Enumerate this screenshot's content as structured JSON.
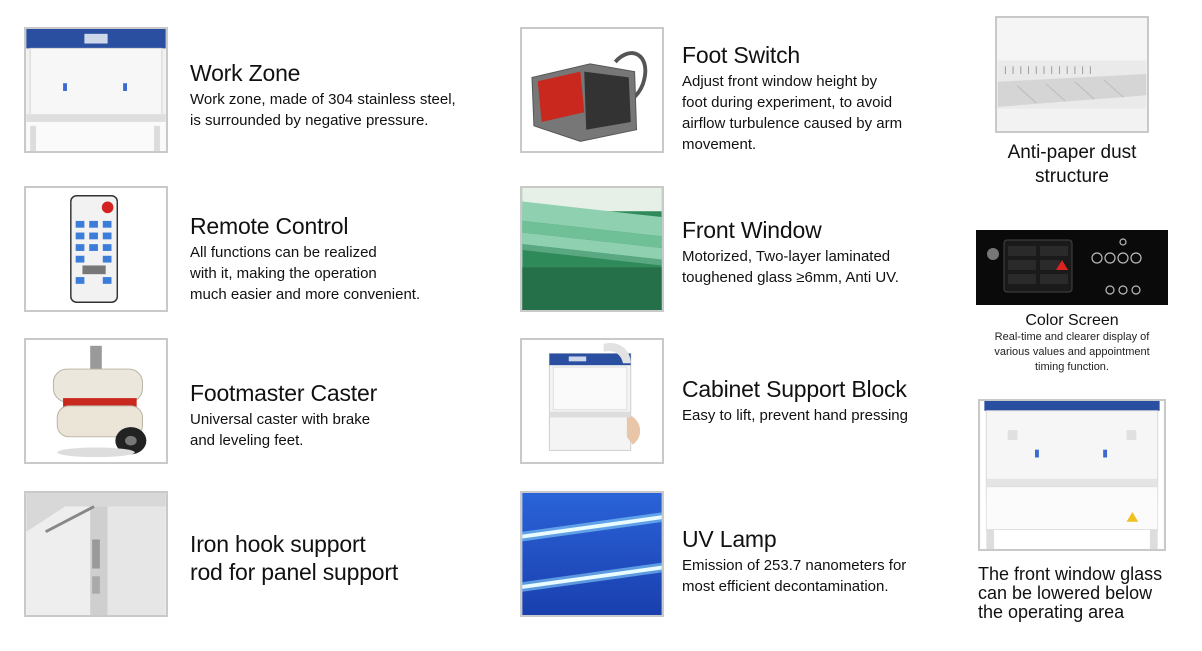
{
  "features": [
    {
      "title": "Work Zone",
      "desc": [
        "Work zone, made of 304 stainless steel,",
        "is surrounded by negative pressure."
      ]
    },
    {
      "title": "Remote Control",
      "desc": [
        "All functions can be realized",
        "with it, making the operation",
        "much easier and more convenient."
      ]
    },
    {
      "title": "Footmaster Caster",
      "desc": [
        "Universal caster with brake",
        "and leveling feet."
      ]
    },
    {
      "title_lines": [
        "Iron hook support",
        "rod for panel support"
      ]
    },
    {
      "title": "Foot Switch",
      "desc": [
        "Adjust front window height by",
        "foot during experiment, to avoid",
        "airflow turbulence caused by arm",
        "movement."
      ]
    },
    {
      "title": "Front Window",
      "desc": [
        "Motorized, Two-layer laminated",
        "toughened glass ≥6mm, Anti UV."
      ]
    },
    {
      "title": "Cabinet Support Block",
      "desc": [
        "Easy to lift, prevent hand pressing"
      ]
    },
    {
      "title": "UV Lamp",
      "desc": [
        "Emission of 253.7 nanometers for",
        "most efficient decontamination."
      ]
    }
  ],
  "right": {
    "anti_paper": [
      "Anti-paper dust",
      "structure"
    ],
    "color_screen": {
      "title": "Color Screen",
      "desc": [
        "Real-time and clearer display of",
        "various values and appointment",
        "timing function."
      ]
    },
    "front_glass": [
      "The front window glass",
      "can be lowered below",
      "the operating area"
    ]
  },
  "colors": {
    "brand_blue": "#2b4fa0",
    "pedal_red": "#c8281e",
    "glass_green": "#2f8a5a",
    "uv_blue": "#1e4fc8"
  },
  "icons": [
    "cabinet-icon",
    "remote-icon",
    "caster-icon",
    "hook-icon",
    "foot-switch-icon",
    "glass-icon",
    "support-block-icon",
    "uv-lamp-icon",
    "control-panel-icon"
  ]
}
